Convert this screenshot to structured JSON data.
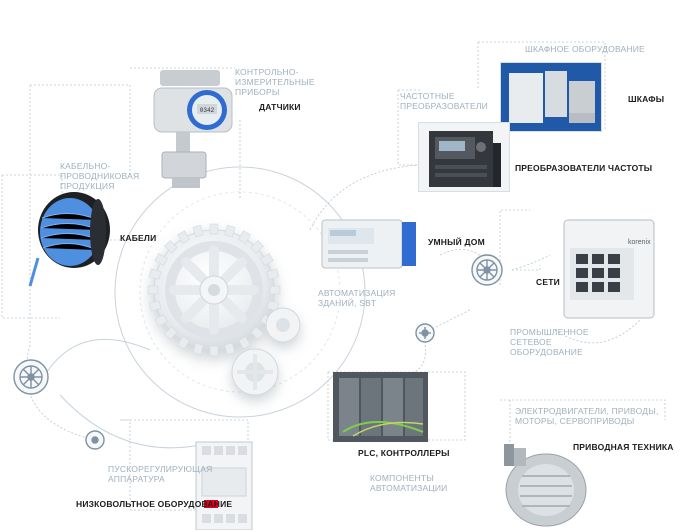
{
  "labels": {
    "instruments": "КОНТРОЛЬНО-ИЗМЕРИТЕЛЬНЫЕ ПРИБОРЫ",
    "sensors": "ДАТЧИКИ",
    "cable_products": "КАБЕЛЬНО-ПРОВОДНИКОВАЯ ПРОДУКЦИЯ",
    "cables": "КАБЕЛИ",
    "cabinet_equipment": "ШКАФНОЕ ОБОРУДОВАНИЕ",
    "cabinets": "ШКАФЫ",
    "frequency_converters_gray": "ЧАСТОТНЫЕ ПРЕОБРАЗОВАТЕЛИ",
    "frequency_converters": "ПРЕОБРАЗОВАТЕЛИ ЧАСТОТЫ",
    "smart_home": "УМНЫЙ ДОМ",
    "building_automation": "АВТОМАТИЗАЦИЯ ЗДАНИЙ, SBT",
    "networks": "СЕТИ",
    "industrial_network": "ПРОМЫШЛЕННОЕ СЕТЕВОЕ ОБОРУДОВАНИЕ",
    "plc": "PLC, КОНТРОЛЛЕРЫ",
    "automation_components": "КОМПОНЕНТЫ АВТОМАТИЗАЦИИ",
    "motors": "ЭЛЕКТРОДВИГАТЕЛИ, ПРИВОДЫ, МОТОРЫ, СЕРВОПРИВОДЫ",
    "drive_tech": "ПРИВОДНАЯ ТЕХНИКА",
    "switchgear": "ПУСКОРЕГУЛИРУЮЩАЯ АППАРАТУРА",
    "low_voltage": "НИЗКОВОЛЬТНОЕ ОБОРУДОВАНИЕ"
  },
  "device_text": {
    "display_value": "0342",
    "network_brand": "korenix"
  },
  "colors": {
    "label_gray": "#9fb0be",
    "label_dark": "#1c1c1c",
    "line": "#b9c6d0",
    "gear": "#e4e7ea",
    "blue_accent": "#2f6bd1",
    "abb_red": "#e2001a"
  }
}
